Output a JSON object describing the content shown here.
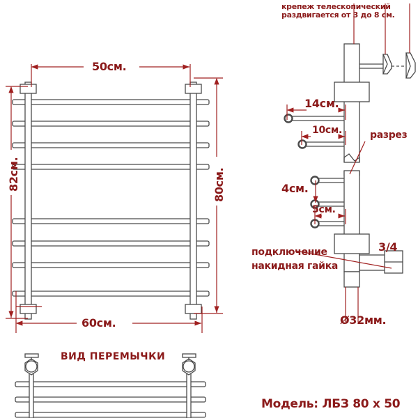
{
  "meta": {
    "title": "Технический чертёж полотенцесушителя",
    "colors": {
      "label_red": "#8B1A1A",
      "dim_line": "#A02020",
      "drawing_line": "#4a4a4a",
      "drawing_fill": "#ffffff",
      "background": "#ffffff"
    }
  },
  "notes": {
    "telescopic_line1": "крепеж телескопический",
    "telescopic_line2": "раздвигается от 3 до 8 см.",
    "section": "разрез",
    "connection_line1": "подключение",
    "connection_line2": "накидная гайка",
    "thread": "3/4"
  },
  "dimensions": {
    "top_width": "50см.",
    "bottom_width": "60см.",
    "left_height": "82см.",
    "right_height": "80см.",
    "offset_14": "14см.",
    "offset_10": "10см.",
    "spacing_4": "4см.",
    "spacing_5": "5см.",
    "pipe_diameter": "Ø32мм."
  },
  "captions": {
    "bridge_view": "ВИД ПЕРЕМЫЧКИ",
    "model": "Модель: ЛБЗ 80 x 50"
  },
  "front_view": {
    "rail_count": 8,
    "rail_y": [
      147,
      178,
      209,
      240,
      318,
      350,
      381,
      422
    ],
    "post_x": [
      40,
      277
    ],
    "mount_y": [
      127,
      443
    ]
  },
  "side_view": {
    "wall_mounts": 2,
    "upper_outlets": 2,
    "lower_outlets": 3
  },
  "bridge_view": {
    "valve_count": 2,
    "pipe_count": 3
  }
}
